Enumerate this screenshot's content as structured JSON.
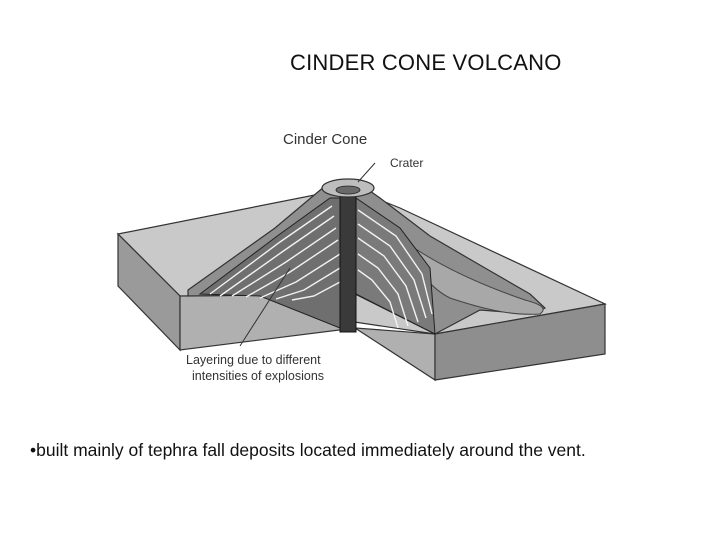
{
  "slide": {
    "title": "CINDER CONE VOLCANO",
    "bullet": "•built mainly of tephra fall deposits located immediately around the vent."
  },
  "diagram": {
    "label_cone": "Cinder Cone",
    "label_crater": "Crater",
    "label_layering_line1": "Layering due to different",
    "label_layering_line2": "intensities of explosions"
  }
}
